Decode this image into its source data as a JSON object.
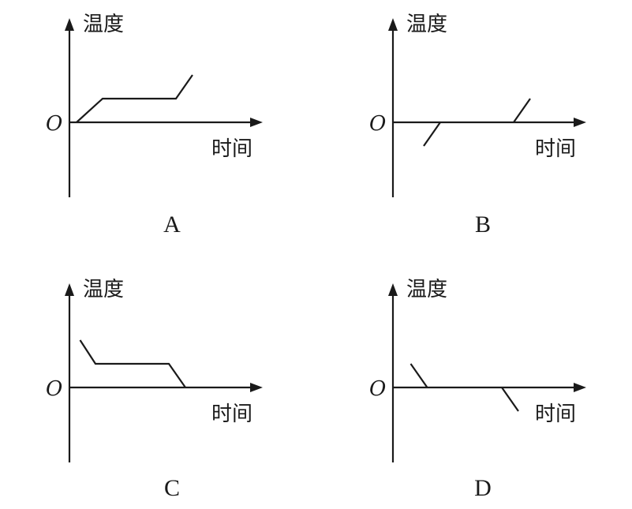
{
  "chart_data": [
    {
      "type": "line",
      "label": "A",
      "ylabel": "温度",
      "xlabel": "时间",
      "origin_label": "O",
      "segments": [
        [
          [
            0.3,
            0
          ],
          [
            1.4,
            10
          ],
          [
            4.5,
            10
          ],
          [
            5.2,
            20
          ]
        ]
      ]
    },
    {
      "type": "line",
      "label": "B",
      "ylabel": "温度",
      "xlabel": "时间",
      "origin_label": "O",
      "segments": [
        [
          [
            1.3,
            -10
          ],
          [
            2.0,
            0
          ]
        ],
        [
          [
            5.1,
            0
          ],
          [
            5.8,
            10
          ]
        ]
      ]
    },
    {
      "type": "line",
      "label": "C",
      "ylabel": "温度",
      "xlabel": "时间",
      "origin_label": "O",
      "segments": [
        [
          [
            0.45,
            20
          ],
          [
            1.1,
            10
          ],
          [
            4.2,
            10
          ],
          [
            4.9,
            0
          ]
        ]
      ]
    },
    {
      "type": "line",
      "label": "D",
      "ylabel": "温度",
      "xlabel": "时间",
      "origin_label": "O",
      "segments": [
        [
          [
            0.75,
            10
          ],
          [
            1.45,
            0
          ]
        ],
        [
          [
            4.6,
            0
          ],
          [
            5.3,
            -10
          ]
        ]
      ]
    }
  ]
}
